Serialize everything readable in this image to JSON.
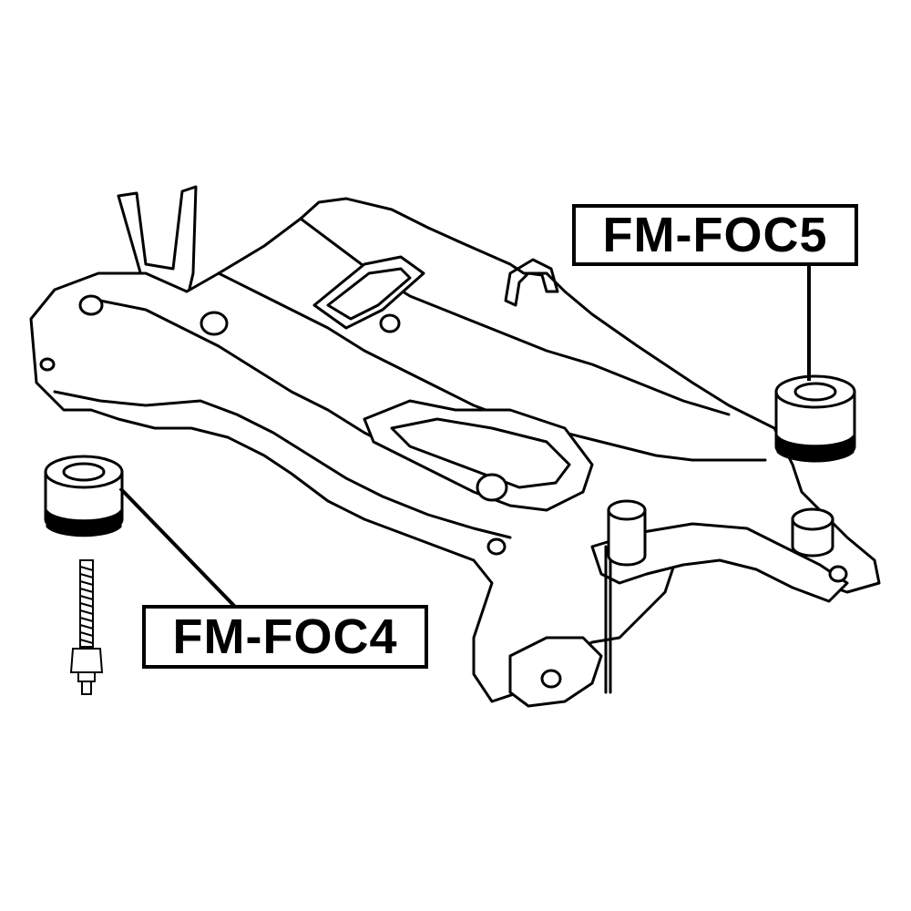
{
  "colors": {
    "line": "#000000",
    "background": "#ffffff",
    "label_border": "#000000"
  },
  "labels": {
    "part_right": "FM-FOC5",
    "part_left": "FM-FOC4"
  },
  "icons": {
    "bushing": "cylindrical-rubber-bushing",
    "bolt": "threaded-bolt",
    "subframe": "front-subframe-crossmember"
  }
}
